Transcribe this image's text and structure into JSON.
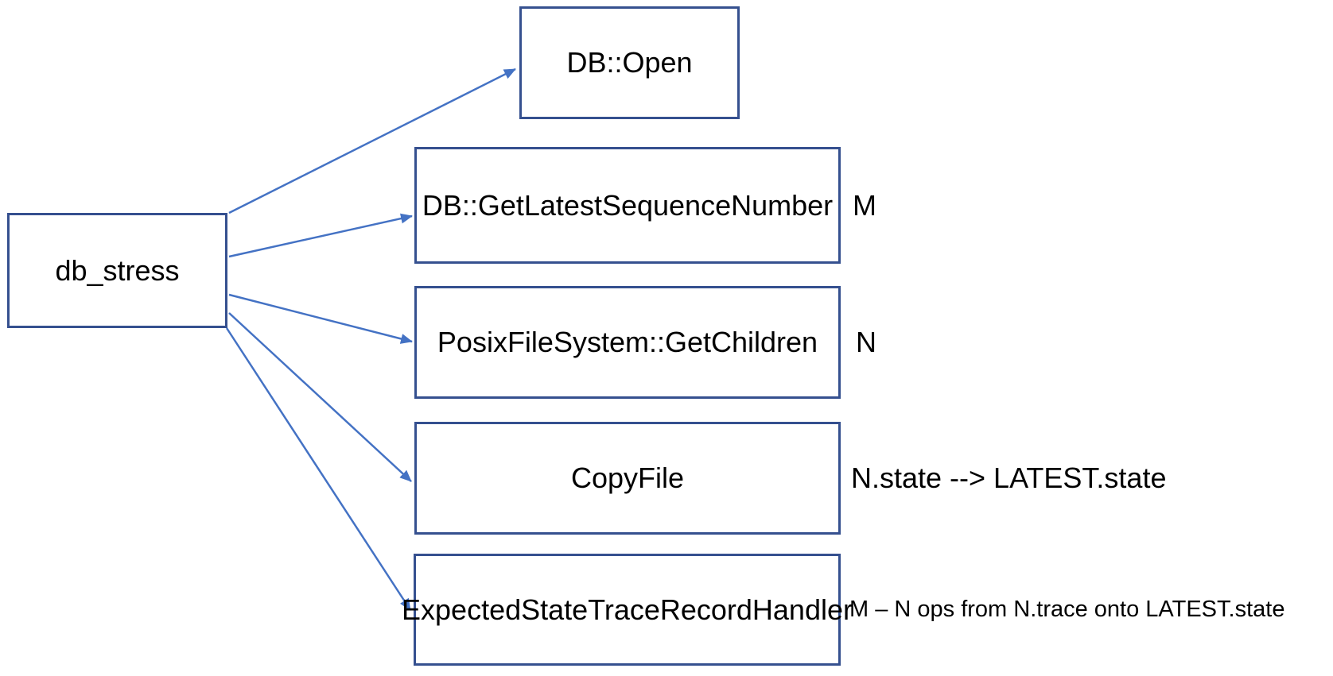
{
  "diagram": {
    "root": {
      "label": "db_stress"
    },
    "nodes": [
      {
        "label": "DB::Open",
        "annotation": ""
      },
      {
        "label": "DB::GetLatestSequenceNumber",
        "annotation": "M"
      },
      {
        "label": "PosixFileSystem::GetChildren",
        "annotation": "N"
      },
      {
        "label": "CopyFile",
        "annotation": "N.state --> LATEST.state"
      },
      {
        "label": "ExpectedStateTraceRecordHandler",
        "annotation": "M – N ops from N.trace onto LATEST.state"
      }
    ],
    "edges": [
      {
        "from": "db_stress",
        "to": "DB::Open"
      },
      {
        "from": "db_stress",
        "to": "DB::GetLatestSequenceNumber"
      },
      {
        "from": "db_stress",
        "to": "PosixFileSystem::GetChildren"
      },
      {
        "from": "db_stress",
        "to": "CopyFile"
      },
      {
        "from": "db_stress",
        "to": "ExpectedStateTraceRecordHandler"
      }
    ],
    "colors": {
      "box_border": "#35508F",
      "arrow": "#4472C4",
      "text": "#000000",
      "background": "#FFFFFF"
    }
  }
}
